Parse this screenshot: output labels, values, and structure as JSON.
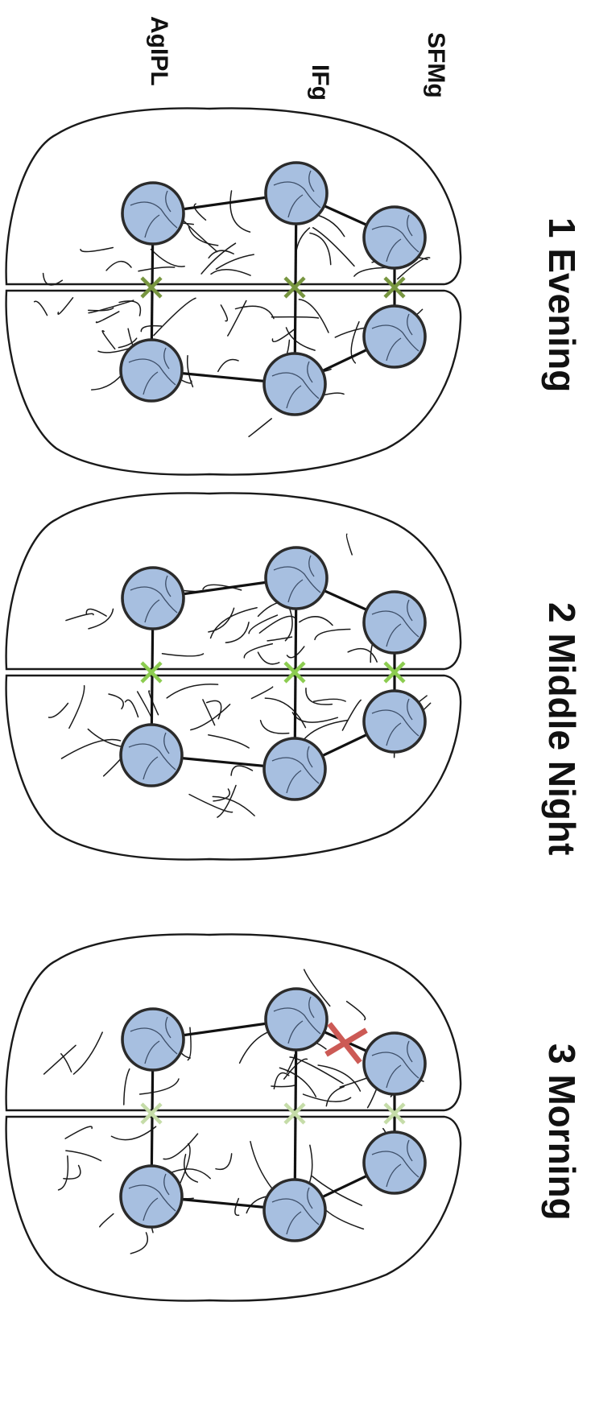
{
  "regions": {
    "sfmg": "SFMg",
    "ifg": "IFg",
    "agipl": "AgIPL"
  },
  "panels": [
    {
      "id": "evening",
      "title": "1 Evening",
      "cross_color": "#77953f",
      "pruned_edge": null
    },
    {
      "id": "middle-night",
      "title": "2 Middle Night",
      "cross_color": "#8ccc50",
      "pruned_edge": null
    },
    {
      "id": "morning",
      "title": "3 Morning",
      "cross_color": "#c5dca8",
      "pruned_edge": "left-sfmg-to-left-ifg",
      "pruned_color": "#cc5a55"
    }
  ],
  "colors": {
    "node_fill": "#a7bfe0",
    "node_stroke": "#2b2b2b",
    "edge": "#111111"
  }
}
